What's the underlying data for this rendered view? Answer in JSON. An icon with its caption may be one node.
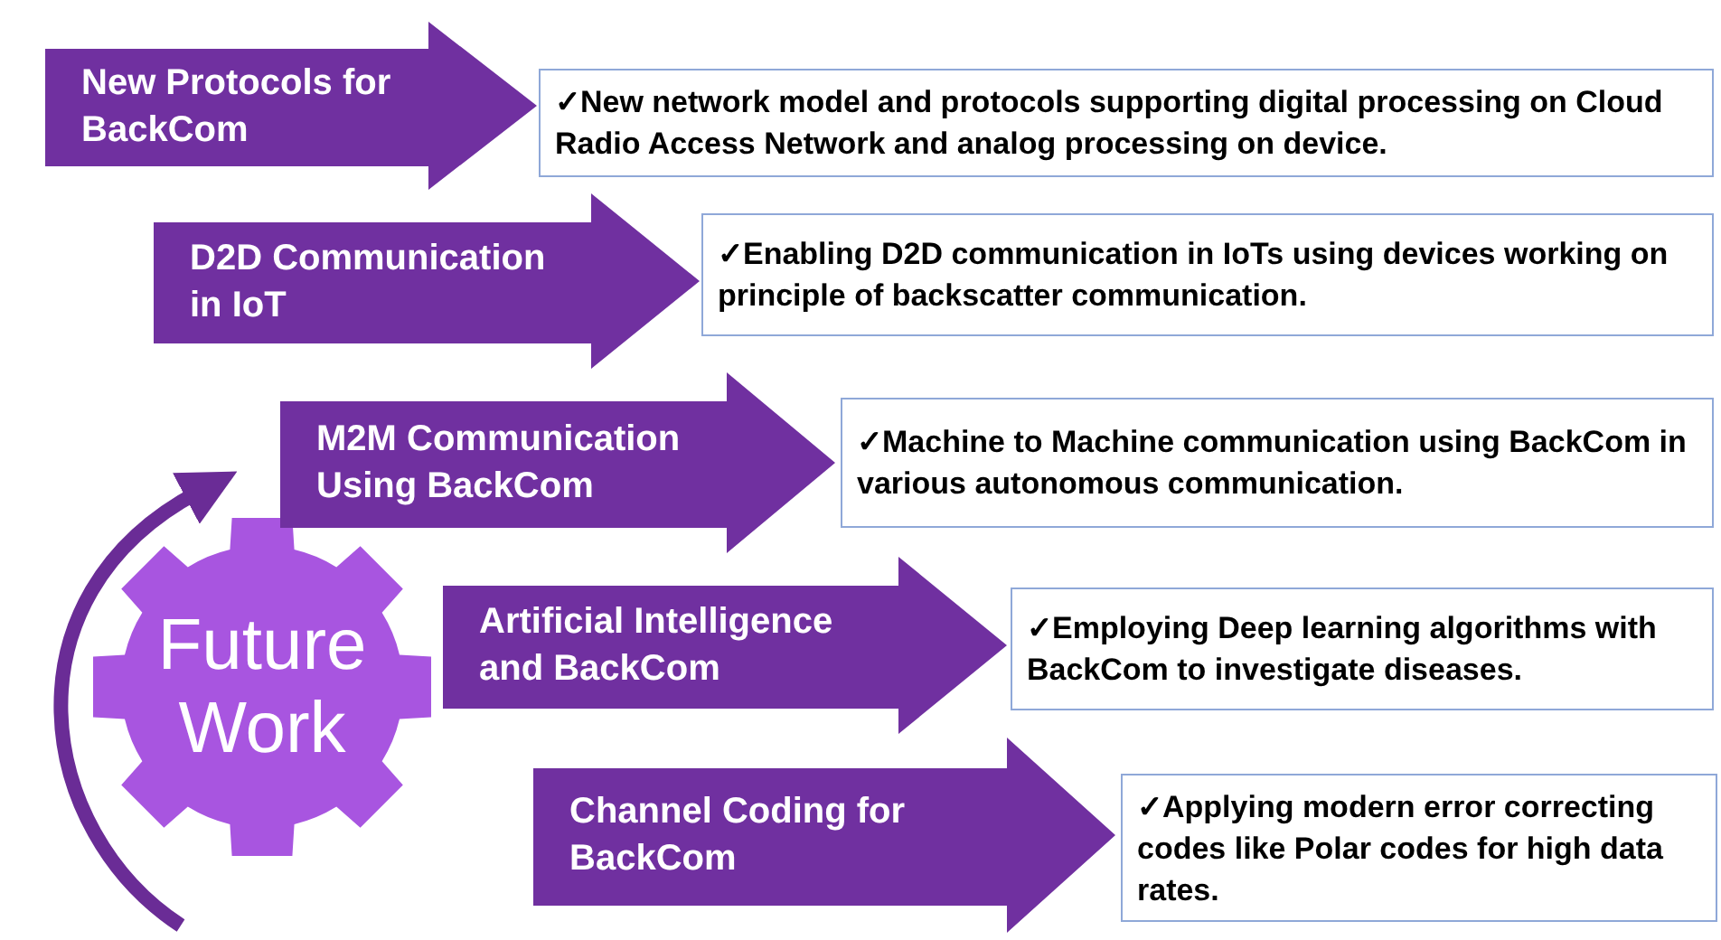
{
  "diagram": {
    "nodes": [
      {
        "text": [
          "Future Work"
        ]
      },
      {
        "text": [
          "New Protocols for BackCom"
        ]
      },
      {
        "text": [
          "✓New network model and protocols supporting digital processing on Cloud Radio Access Network and analog processing on device."
        ]
      },
      {
        "text": [
          "D2D Communication in IoT"
        ]
      },
      {
        "text": [
          "✓Enabling D2D communication in IoTs using devices working on principle of backscatter communication."
        ]
      },
      {
        "text": [
          "M2M Communication Using BackCom"
        ]
      },
      {
        "text": [
          "✓Machine to Machine communication using BackCom in various autonomous communication."
        ]
      },
      {
        "text": [
          "Artificial Intelligence and BackCom"
        ]
      },
      {
        "text": [
          "✓Employing Deep learning algorithms with BackCom to investigate diseases."
        ]
      },
      {
        "text": [
          "Channel Coding for BackCom"
        ]
      },
      {
        "text": [
          "✓Applying modern error correcting codes like Polar codes for high data rates."
        ]
      }
    ],
    "edges": []
  }
}
